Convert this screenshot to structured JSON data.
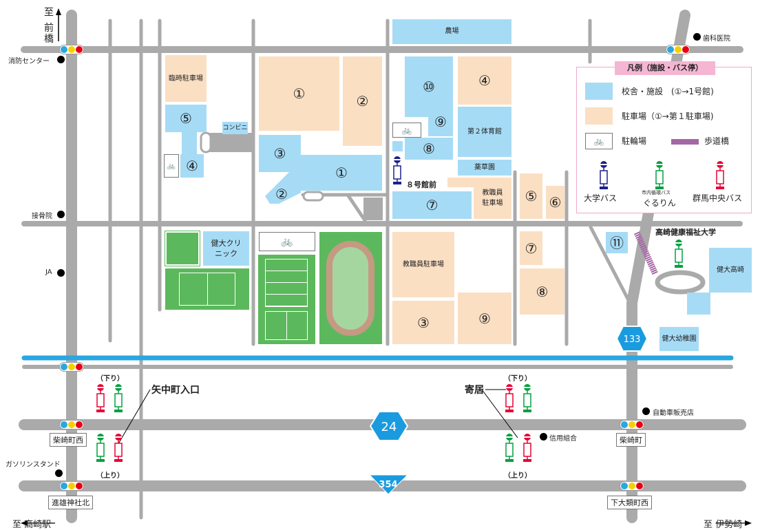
{
  "directions": {
    "north": "至 前橋",
    "west": "至 高崎駅",
    "east": "至 伊勢崎"
  },
  "legend": {
    "title": "凡例（施設・バス停）",
    "building": "校舎・施設　(①→1号館)",
    "parking": "駐車場（①→第１駐車場)",
    "bicycle": "駐輪場",
    "bridge": "歩道橋",
    "bus_university": "大学バス",
    "bus_gururin_sub": "市内循環バス",
    "bus_gururin": "ぐるりん",
    "bus_gunma": "群馬中央バス"
  },
  "colors": {
    "building": "#a6dbf5",
    "parking": "#fbdfc3",
    "road": "#aaaaaa",
    "river": "#2aa7e0",
    "bus_university": "#1d2088",
    "bus_gururin": "#00a040",
    "bus_gunma": "#e60033",
    "bridge": "#a566a5"
  },
  "buildings": {
    "b1": "①",
    "b2": "②",
    "b3": "③",
    "b4": "④",
    "b5": "⑤",
    "b7": "⑦",
    "b8": "⑧",
    "b9": "⑨",
    "b10": "⑩",
    "b11": "⑪",
    "gym2": "第２体育館",
    "herb": "薬草園",
    "farm": "農場",
    "clinic": "健大クリニック",
    "conv": "コンビニ",
    "kenko_takasaki": "健大高崎",
    "kindergarten": "健大幼稚園"
  },
  "parkings": {
    "temp": "臨時駐車場",
    "p1": "①",
    "p2": "②",
    "p3": "③",
    "p4": "④",
    "p5": "⑤",
    "p6": "⑥",
    "p7": "⑦",
    "p8": "⑧",
    "p9": "⑨",
    "staff1": "教職員\n駐車場",
    "staff2": "教職員駐車場"
  },
  "landmarks": {
    "fire": "消防センター",
    "bone": "接骨院",
    "ja": "JA",
    "gas": "ガソリンスタンド",
    "dental": "歯科医院",
    "car_dealer": "自動車販売店",
    "credit": "信用組合",
    "university": "高崎健康福祉大学"
  },
  "intersections": {
    "shibasaki_nishi": "柴崎町西",
    "shibasaki": "柴崎町",
    "shinno": "進雄神社北",
    "shimo": "下大類町西"
  },
  "routes": {
    "r24": "24",
    "r354": "354",
    "r133": "133"
  },
  "bus_stops": {
    "hall8": "８号館前",
    "yanaka": "矢中町入口",
    "yorii": "寄居",
    "down": "（下り）",
    "up": "（上り）"
  }
}
